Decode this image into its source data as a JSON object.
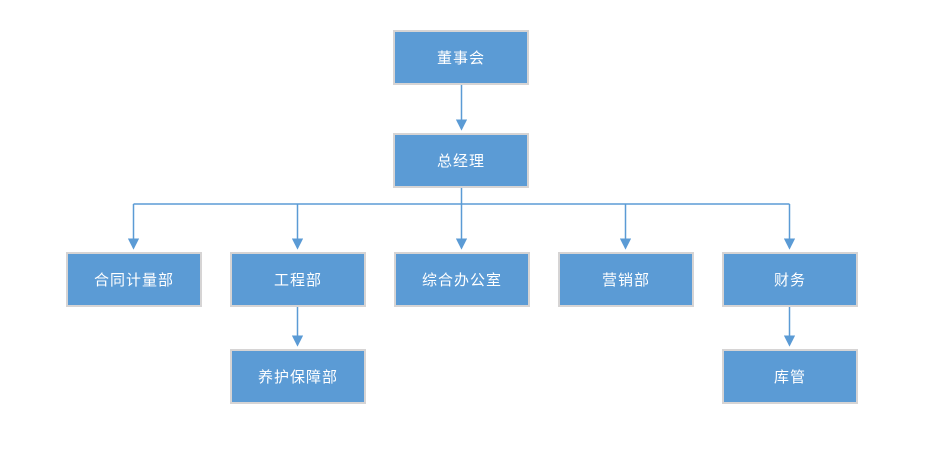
{
  "chart": {
    "type": "org-chart",
    "nodes": {
      "board": {
        "label": "董事会"
      },
      "gm": {
        "label": "总经理"
      },
      "contract": {
        "label": "合同计量部"
      },
      "engineering": {
        "label": "工程部"
      },
      "office": {
        "label": "综合办公室"
      },
      "marketing": {
        "label": "营销部"
      },
      "finance": {
        "label": "财务"
      },
      "maintenance": {
        "label": "养护保障部"
      },
      "warehouse": {
        "label": "库管"
      }
    },
    "edges": [
      {
        "from": "board",
        "to": "gm"
      },
      {
        "from": "gm",
        "to": "contract"
      },
      {
        "from": "gm",
        "to": "engineering"
      },
      {
        "from": "gm",
        "to": "office"
      },
      {
        "from": "gm",
        "to": "marketing"
      },
      {
        "from": "gm",
        "to": "finance"
      },
      {
        "from": "engineering",
        "to": "maintenance"
      },
      {
        "from": "finance",
        "to": "warehouse"
      }
    ]
  },
  "colors": {
    "box_fill": "#5b9bd5",
    "box_border": "#d6d4d4",
    "line_color": "#5b9bd5",
    "text_color": "#ffffff"
  }
}
